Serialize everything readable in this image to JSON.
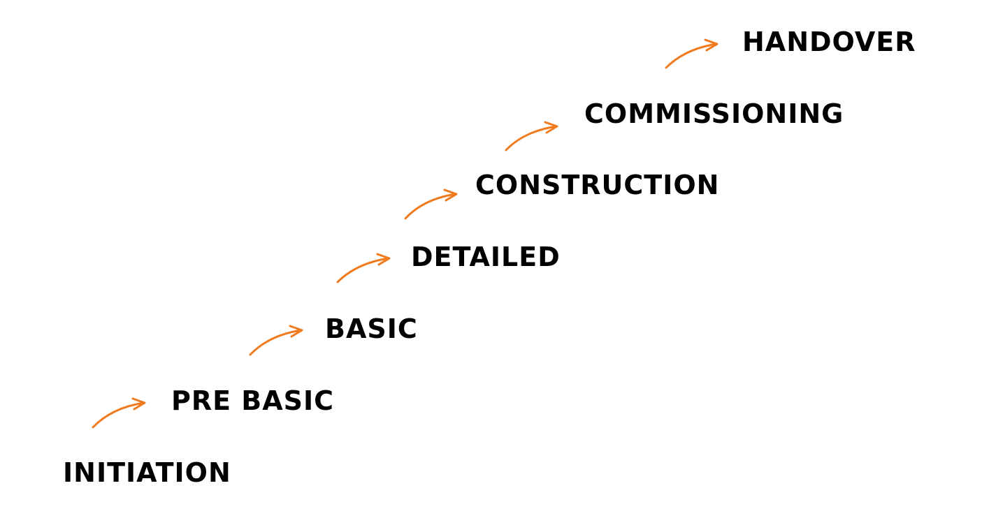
{
  "colors": {
    "text": "#000000",
    "arrow": "#f07a1e",
    "background": "#ffffff"
  },
  "steps": [
    {
      "label": "INITIATION"
    },
    {
      "label": "PRE BASIC"
    },
    {
      "label": "BASIC"
    },
    {
      "label": "DETAILED"
    },
    {
      "label": "CONSTRUCTION"
    },
    {
      "label": "COMMISSIONING"
    },
    {
      "label": "HANDOVER"
    }
  ],
  "connector_icon": "curved-arrow-icon"
}
